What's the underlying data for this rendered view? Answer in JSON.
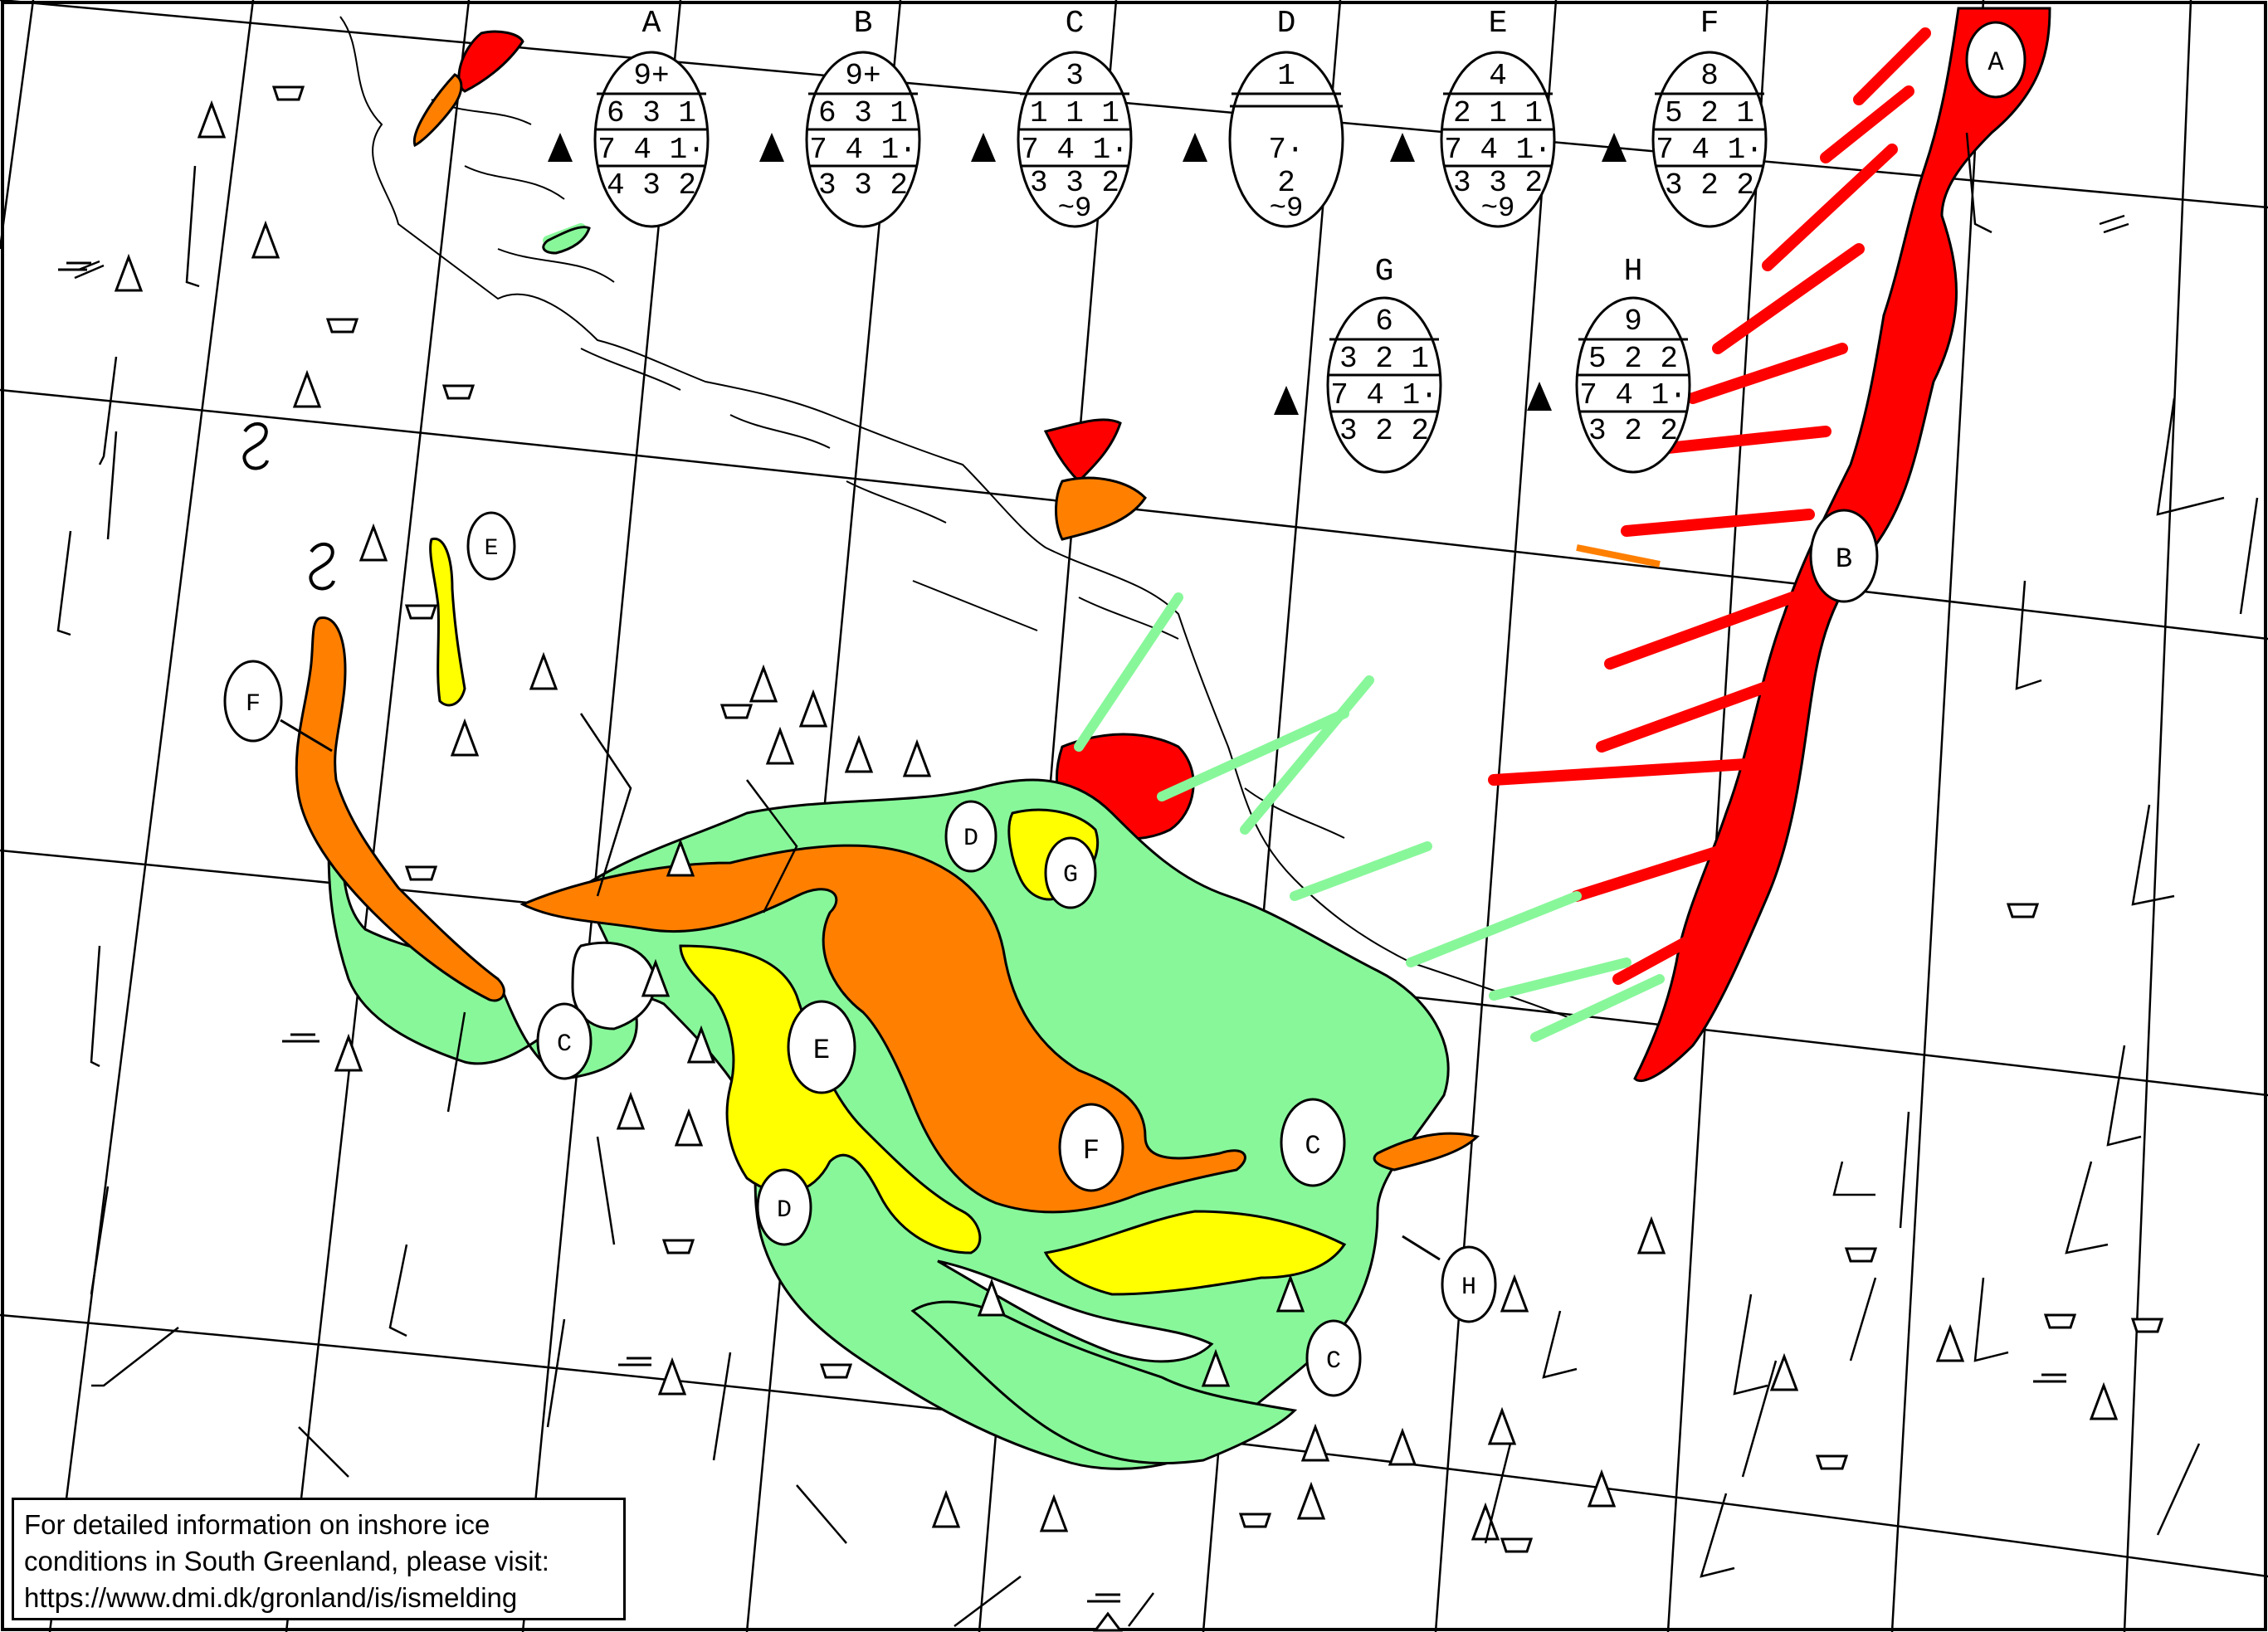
{
  "info_box": {
    "line1": "For detailed information on inshore ice",
    "line2": "conditions in South Greenland, please visit:",
    "line3": "https://www.dmi.dk/gronland/is/ismelding"
  },
  "colors": {
    "red": "#ff0000",
    "orange": "#ff7f00",
    "yellow": "#ffff00",
    "green": "#88f79a",
    "black": "#000000"
  },
  "egg_codes": [
    {
      "id": "A",
      "total": "9+",
      "partial": "6 3 1",
      "stage": "7 4 1·",
      "form": "4 3 2",
      "extra": ""
    },
    {
      "id": "B",
      "total": "9+",
      "partial": "6 3 1",
      "stage": "7 4 1·",
      "form": "3 3 2",
      "extra": ""
    },
    {
      "id": "C",
      "total": "3",
      "partial": "1 1 1",
      "stage": "7 4 1·",
      "form": "3 3 2",
      "extra": "~9"
    },
    {
      "id": "D",
      "total": "1",
      "partial": "",
      "stage": "7·",
      "form": "2",
      "extra": "~9"
    },
    {
      "id": "E",
      "total": "4",
      "partial": "2 1 1",
      "stage": "7 4 1·",
      "form": "3 3 2",
      "extra": "~9"
    },
    {
      "id": "F",
      "total": "8",
      "partial": "5 2 1",
      "stage": "7 4 1·",
      "form": "3 2 2",
      "extra": ""
    },
    {
      "id": "G",
      "total": "6",
      "partial": "3 2 1",
      "stage": "7 4 1·",
      "form": "3 2 2",
      "extra": ""
    },
    {
      "id": "H",
      "total": "9",
      "partial": "5 2 2",
      "stage": "7 4 1·",
      "form": "3 2 2",
      "extra": ""
    }
  ],
  "zone_labels": [
    "A",
    "B",
    "E",
    "F",
    "C",
    "G",
    "D",
    "E",
    "F",
    "C",
    "D",
    "H",
    "C"
  ]
}
